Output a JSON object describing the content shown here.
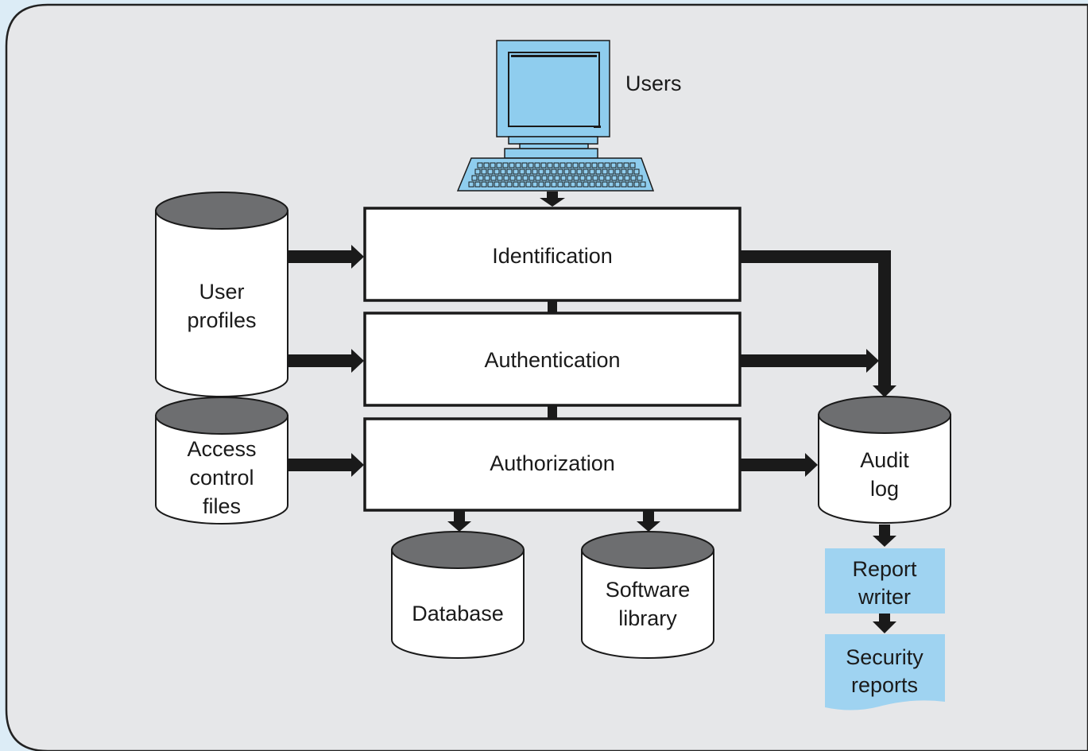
{
  "colors": {
    "page_background": "#dcecf6",
    "panel_fill": "#e6e7e9",
    "panel_border": "#222222",
    "box_fill": "#ffffff",
    "cylinder_top": "#6d6e70",
    "arrow": "#1a1a1a",
    "highlight_fill": "#9fd3f1",
    "computer_fill": "#8fcdee"
  },
  "diagram": {
    "users_label": "Users",
    "process_boxes": {
      "identification": "Identification",
      "authentication": "Authentication",
      "authorization": "Authorization"
    },
    "stores": {
      "user_profiles": [
        "User",
        "profiles"
      ],
      "access_control_files": [
        "Access",
        "control",
        "files"
      ],
      "audit_log": [
        "Audit",
        "log"
      ],
      "database": [
        "Database"
      ],
      "software_library": [
        "Software",
        "library"
      ]
    },
    "outputs": {
      "report_writer": [
        "Report",
        "writer"
      ],
      "security_reports": [
        "Security",
        "reports"
      ]
    },
    "icons": {
      "computer": "desktop-computer-icon",
      "keyboard": "keyboard-icon"
    }
  }
}
